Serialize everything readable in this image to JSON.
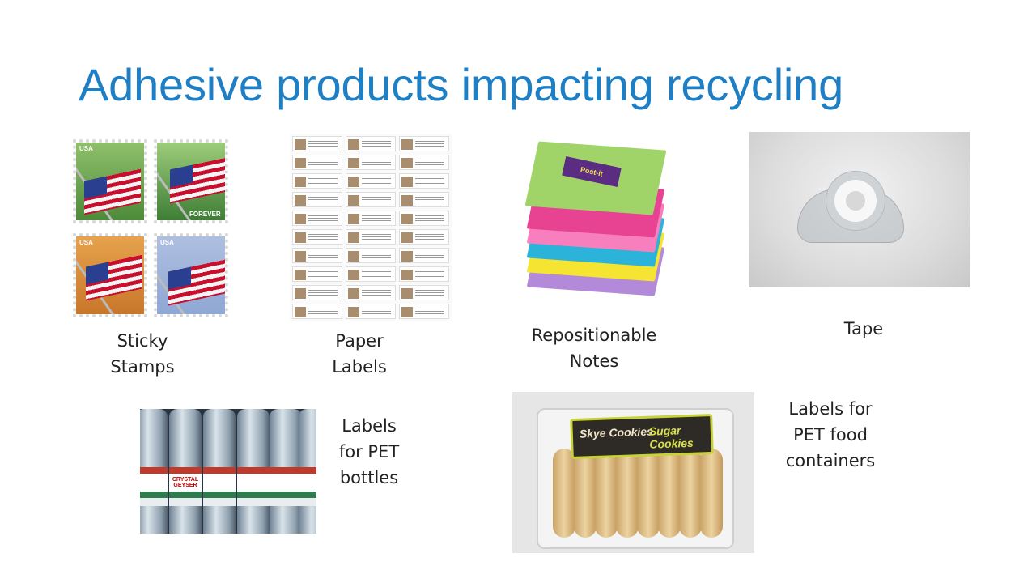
{
  "slide": {
    "title": "Adhesive products impacting recycling"
  },
  "items": [
    {
      "caption": "Sticky\nStamps",
      "image": "sticky-stamps-image"
    },
    {
      "caption": "Paper\nLabels",
      "image": "paper-labels-image"
    },
    {
      "caption": "Repositionable\nNotes",
      "image": "repositionable-notes-image"
    },
    {
      "caption": "Tape",
      "image": "tape-image"
    },
    {
      "caption": "Labels\nfor PET\nbottles",
      "image": "pet-bottles-image"
    },
    {
      "caption": "Labels for\nPET food\ncontainers",
      "image": "pet-food-containers-image"
    }
  ],
  "embedded_text": {
    "stamp_usa": "USA",
    "stamp_forever": "FOREVER",
    "postit_logo": "Post-it",
    "bottle_brand": "CRYSTAL GEYSER",
    "cookie_brand_1": "Skye Cookies",
    "cookie_brand_2": "Sugar Cookies"
  },
  "colors": {
    "title": "#1f7fc4",
    "caption": "#222222",
    "notes": [
      "#a0d468",
      "#e84393",
      "#f77fbe",
      "#2bb3d9",
      "#f5e431",
      "#b38ad9"
    ]
  }
}
